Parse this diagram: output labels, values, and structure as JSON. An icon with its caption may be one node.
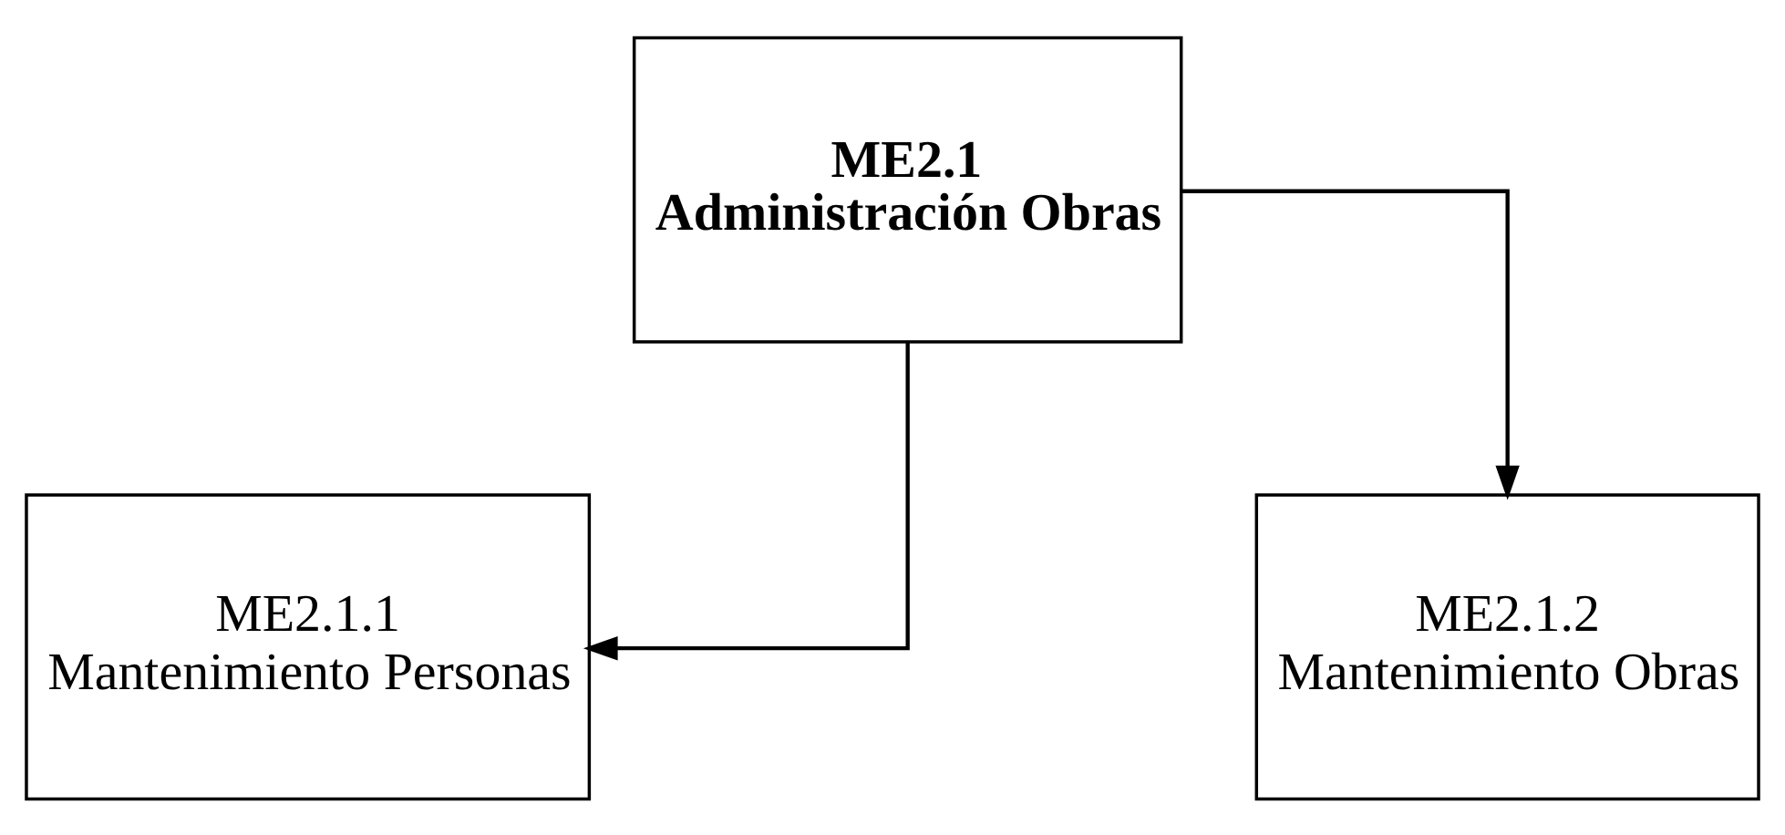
{
  "diagram": {
    "nodes": [
      {
        "text": [
          "ME2.1",
          "Administración Obras"
        ]
      },
      {
        "text": [
          "ME2.1.1",
          "Mantenimiento Personas"
        ]
      },
      {
        "text": [
          "ME2.1.2",
          "Mantenimiento Obras"
        ]
      }
    ],
    "edges": [
      {
        "from": 0,
        "to": 1,
        "arrow": "to"
      },
      {
        "from": 0,
        "to": 2,
        "arrow": "to"
      }
    ]
  }
}
